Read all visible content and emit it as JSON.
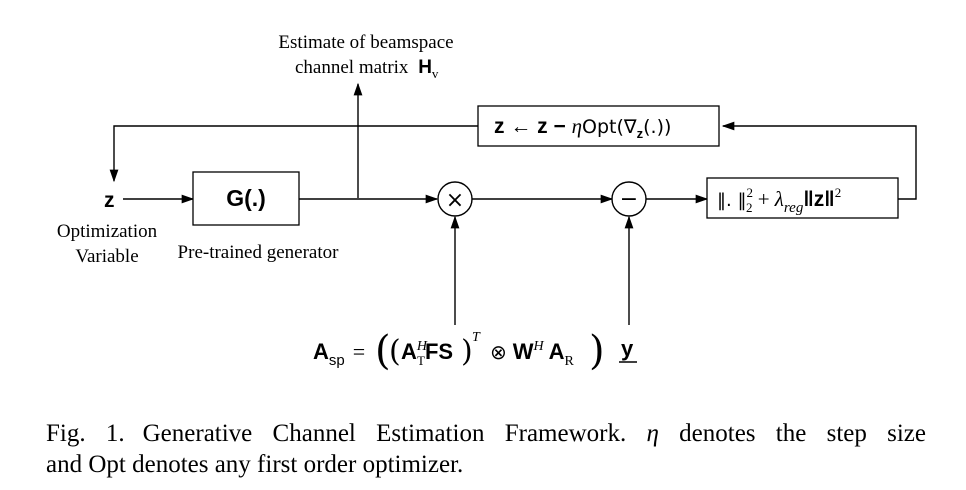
{
  "diagram": {
    "top_label_line1": "Estimate of beamspace",
    "top_label_line2": "channel matrix",
    "top_label_math": "H",
    "top_label_sub": "v",
    "update_rule": {
      "lhs": "z ← z − ",
      "eta": "η",
      "opt": "Opt(",
      "nabla": "∇",
      "nabla_sub": "z",
      "tail": "(.))"
    },
    "input_symbol": "z",
    "optimization_label_line1": "Optimization",
    "optimization_label_line2": "Variable",
    "generator_text": "G(.)",
    "generator_label": "Pre-trained generator",
    "multiply_symbol": "×",
    "subtract_symbol": "−",
    "loss": {
      "norm_open": "‖. ‖",
      "sq": "2",
      "sub2": "2",
      "plus": " + ",
      "lambda": "λ",
      "lambda_sub": "reg",
      "z_norm": "‖z‖",
      "z_sq": "2"
    },
    "asp": {
      "A": "A",
      "A_sub": "sp",
      "eq": "=",
      "AT": "A",
      "AT_sup": "H",
      "AT_sub": "T",
      "FS": "FS",
      "T_sup": "T",
      "otimes": "⊗",
      "W": "W",
      "W_sup": "H",
      "AR": "A",
      "AR_sub": "R"
    },
    "y_symbol": "y"
  },
  "caption": {
    "label": "Fig. 1.",
    "text_part1": "Generative Channel Estimation Framework.",
    "eta": "η",
    "text_part2": "denotes the step size",
    "text_line2": "and Opt denotes any first order optimizer."
  }
}
